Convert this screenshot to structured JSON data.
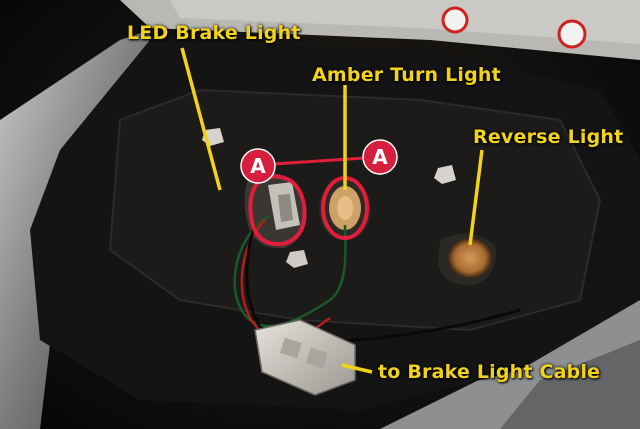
{
  "labels": {
    "led_brake_light": "LED Brake Light",
    "amber_turn_light": "Amber Turn Light",
    "reverse_light": "Reverse Light",
    "to_brake_light_cable": "to Brake Light Cable"
  },
  "badges": {
    "left": "A",
    "right": "A"
  },
  "colors": {
    "callout_text": "#f2d21a",
    "badge_fill": "#d51f3c",
    "housing_dark": "#141414",
    "housing_silver": "#9a9c9e",
    "reverse_socket": "#b5783f"
  }
}
